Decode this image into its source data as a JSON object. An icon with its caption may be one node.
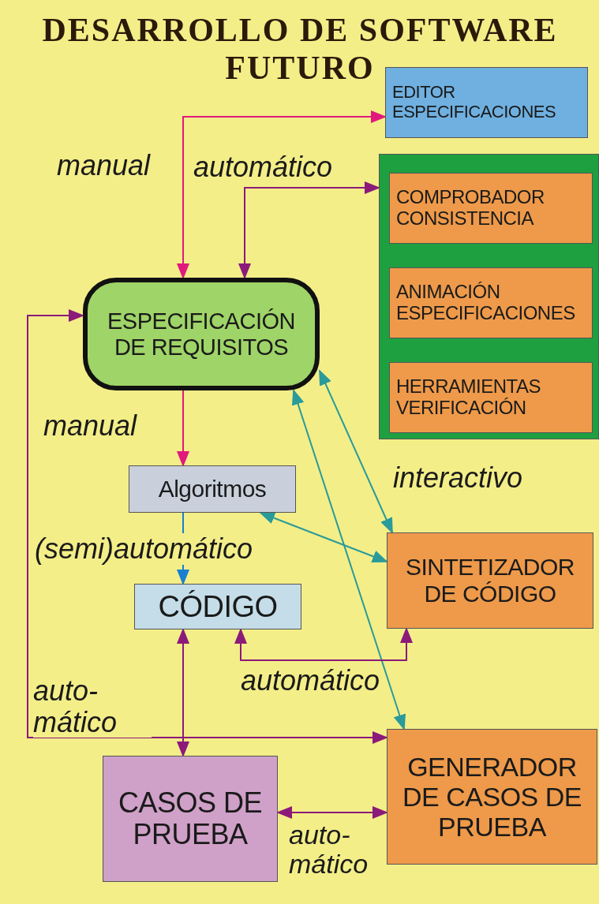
{
  "diagram": {
    "title": "DESARROLLO DE SOFTWARE FUTURO",
    "nodes": [
      {
        "text": [
          "EDITOR ESPECIFICACIONES"
        ]
      },
      {
        "text": [],
        "shape": "box"
      },
      {
        "text": [
          "COMPROBADOR CONSISTENCIA"
        ],
        "in": 1
      },
      {
        "text": [
          "ANIMACIÓN ESPECIFICACIONES"
        ],
        "in": 1
      },
      {
        "text": [
          "HERRAMIENTAS VERIFICACIÓN"
        ],
        "in": 1
      },
      {
        "text": [
          "ESPECIFICACIÓN DE REQUISITOS"
        ]
      },
      {
        "text": [
          "Algoritmos"
        ]
      },
      {
        "text": [
          "CÓDIGO"
        ]
      },
      {
        "text": [
          "SINTETIZADOR DE CÓDIGO"
        ]
      },
      {
        "text": [
          "CASOS DE PRUEBA"
        ]
      },
      {
        "text": [
          "GENERADOR DE CASOS DE PRUEBA"
        ]
      }
    ],
    "edges": [
      {
        "from": 5,
        "to": 0,
        "arrow": "both",
        "label": "manual",
        "color": "#e0197d"
      },
      {
        "from": 5,
        "to": 1,
        "arrow": "both",
        "label": "automático"
      },
      {
        "from": 5,
        "to": 6,
        "arrow": "to",
        "label": "manual",
        "color": "#e0197d"
      },
      {
        "from": 6,
        "to": 7,
        "arrow": "to",
        "label": "(semi)automático",
        "color": "#1a7fd0"
      },
      {
        "from": 5,
        "to": 8,
        "arrow": "both",
        "label": "interactivo",
        "color": "#2a9a9a"
      },
      {
        "from": 5,
        "to": 10,
        "arrow": "both",
        "color": "#2a9a9a"
      },
      {
        "from": 6,
        "to": 8,
        "arrow": "both",
        "color": "#2a9a9a"
      },
      {
        "from": 7,
        "to": 8,
        "arrow": "both",
        "label": "automático"
      },
      {
        "from": 5,
        "to": 10,
        "arrow": "both",
        "label": "auto- mático"
      },
      {
        "from": 7,
        "to": 9,
        "arrow": "both"
      },
      {
        "from": 9,
        "to": 10,
        "arrow": "both",
        "label": "auto- mático"
      }
    ]
  }
}
